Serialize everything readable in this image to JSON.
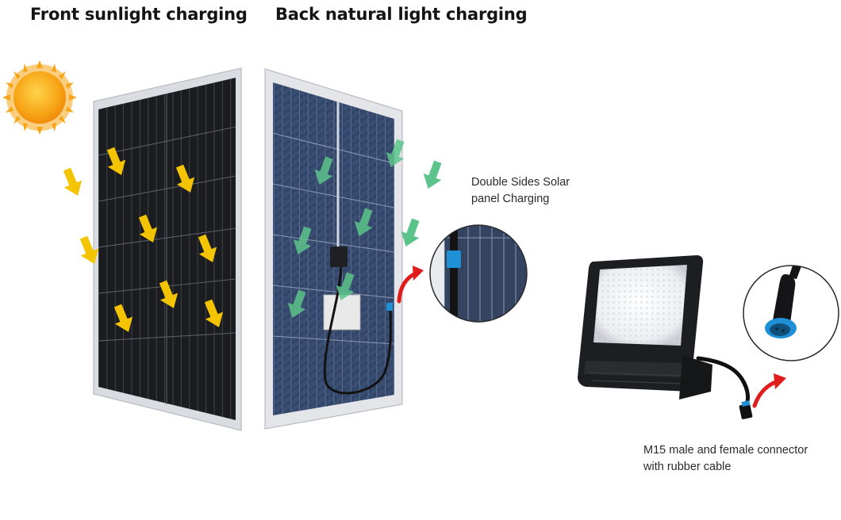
{
  "headings": {
    "front": "Front sunlight charging",
    "back": "Back natural light charging"
  },
  "captions": {
    "double_sided": [
      "Double Sides Solar",
      "panel Charging"
    ],
    "connector": [
      "M15 male and female connector",
      "with rubber cable"
    ]
  },
  "colors": {
    "sun": "#f7a516",
    "front_arrow": "#f5c400",
    "back_arrow": "#5cc48a",
    "callout_arrow": "#e01c1c",
    "connector_blue": "#1f8fd6"
  },
  "icons": [
    "sun-icon",
    "arrow-down-icon",
    "curved-arrow-icon"
  ]
}
